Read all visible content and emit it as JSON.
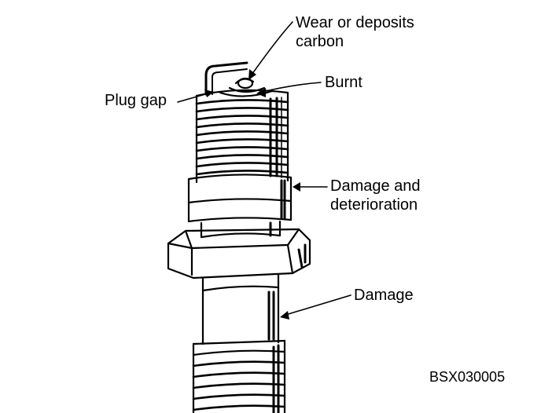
{
  "labels": {
    "wear_line1": "Wear or deposits",
    "wear_line2": "carbon",
    "plug_gap": "Plug gap",
    "burnt": "Burnt",
    "damage_det_line1": "Damage and",
    "damage_det_line2": "deterioration",
    "damage": "Damage",
    "code": "BSX030005"
  },
  "colors": {
    "ink": "#000000",
    "paper": "#ffffff",
    "shade": "#555555"
  }
}
